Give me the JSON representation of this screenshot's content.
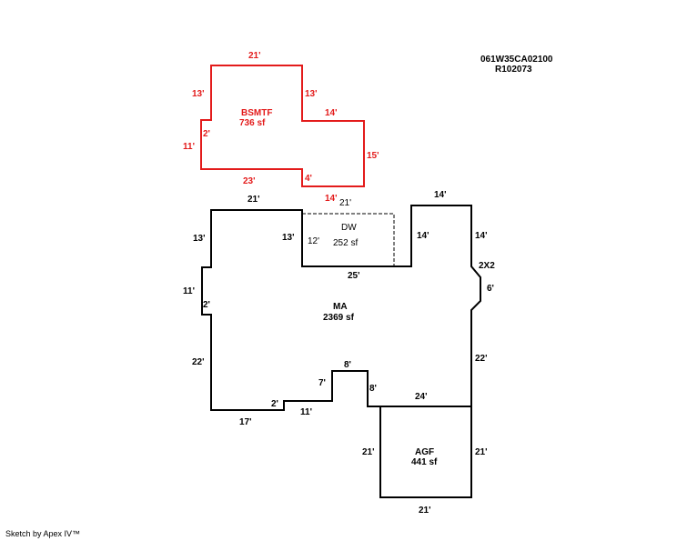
{
  "parcel": {
    "id": "061W35CA02100",
    "ref": "R102073"
  },
  "colors": {
    "basement": "#e31b1b",
    "main": "#000000"
  },
  "basement": {
    "name": "BSMTF",
    "area": "736 sf",
    "dims": [
      "21'",
      "13'",
      "13'",
      "14'",
      "2'",
      "11'",
      "15'",
      "23'",
      "4'",
      "14'"
    ]
  },
  "main": {
    "name": "MA",
    "area": "2369 sf",
    "dims": [
      "21'",
      "13'",
      "13'",
      "11'",
      "2'",
      "22'",
      "17'",
      "2'",
      "11'",
      "7'",
      "8'",
      "8'",
      "24'",
      "22'",
      "6'",
      "2X2",
      "14'",
      "14'",
      "14'",
      "25'"
    ]
  },
  "dw": {
    "name": "DW",
    "area": "252 sf",
    "dims": [
      "21'",
      "12'"
    ]
  },
  "agf": {
    "name": "AGF",
    "area": "441 sf",
    "dims": [
      "21'",
      "21'",
      "21'"
    ]
  },
  "footer": "Sketch by Apex IV™"
}
